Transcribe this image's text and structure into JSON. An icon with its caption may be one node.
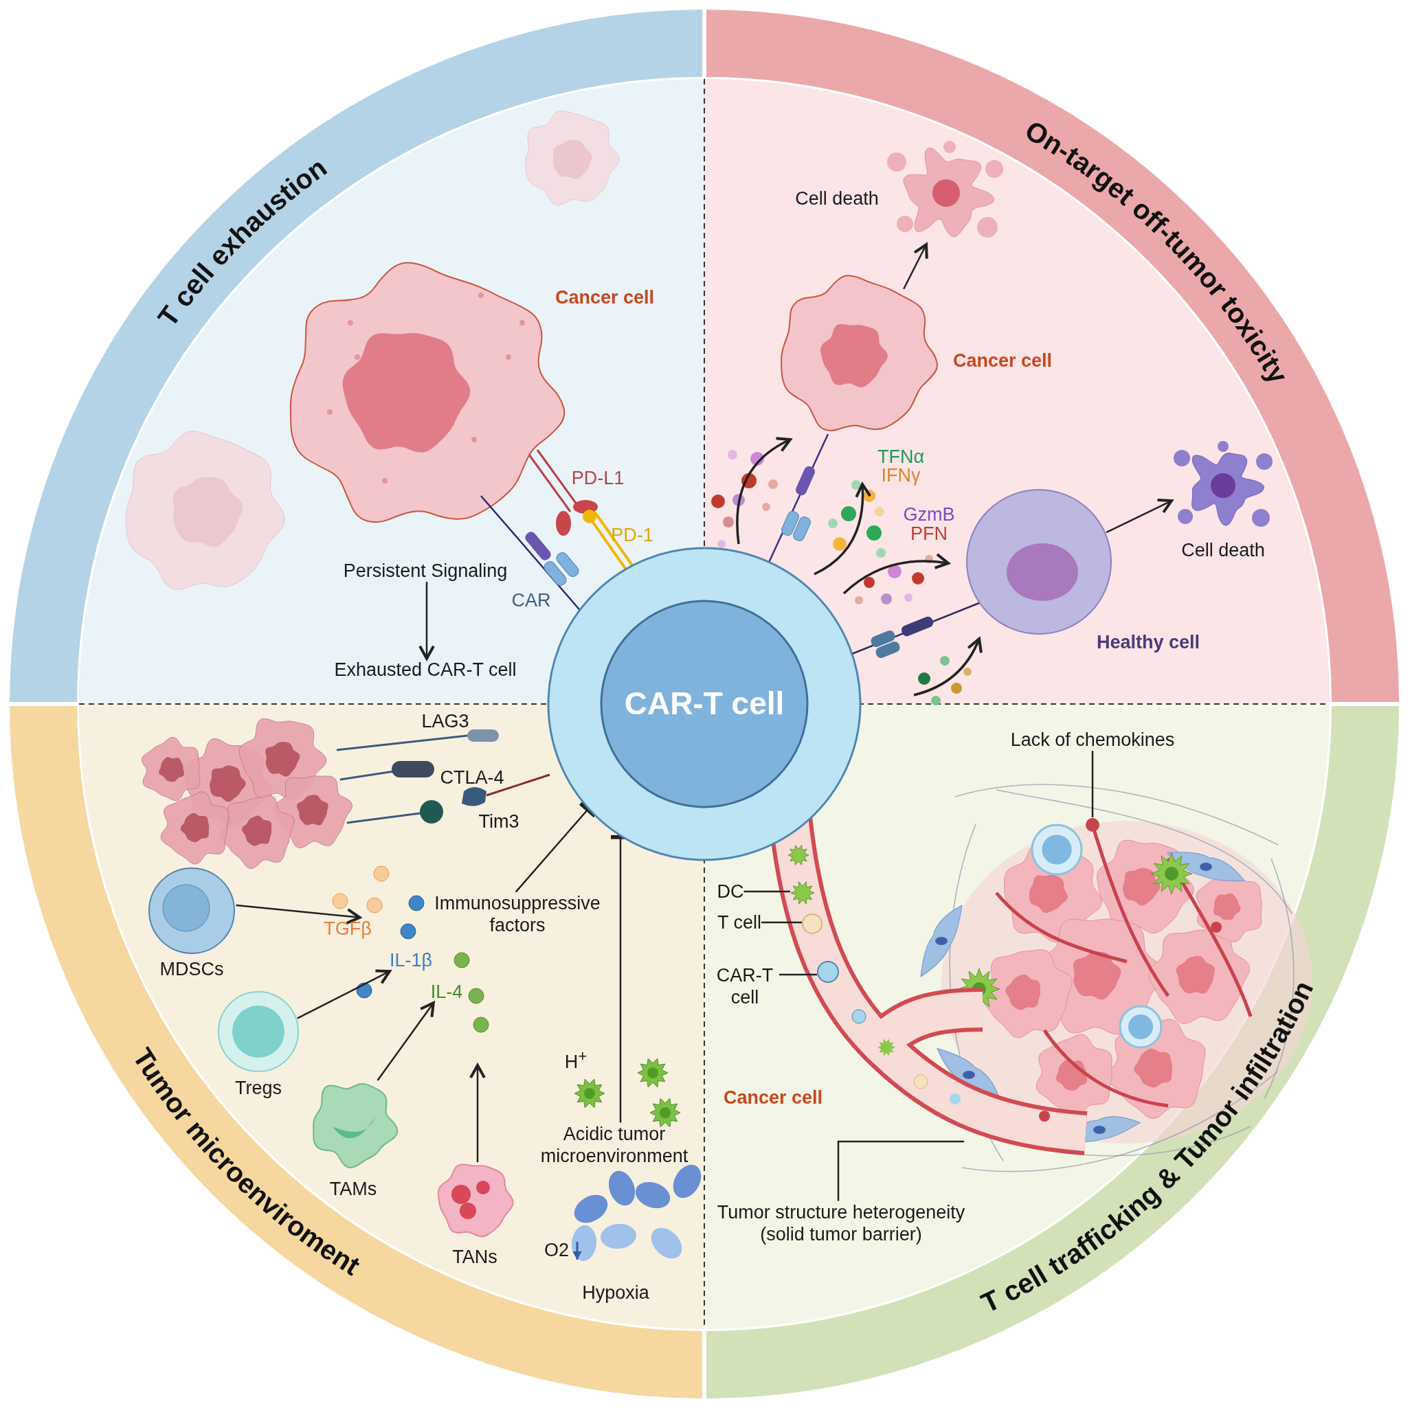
{
  "diagram": {
    "nodes": [
      {
        "text": [
          "CAR-T cell"
        ]
      },
      {
        "text": [
          "Persistent Signaling"
        ]
      },
      {
        "text": [
          "Exhausted CAR-T cell"
        ]
      },
      {
        "text": [],
        "shape": "picture",
        "beside": [
          "Cancer cell"
        ]
      },
      {
        "text": [],
        "shape": "picture",
        "beside": [
          "Cell death"
        ]
      },
      {
        "text": [],
        "shape": "picture",
        "beside": [
          "Healthy cell"
        ]
      },
      {
        "text": [],
        "shape": "picture",
        "beside": [
          "Cell death"
        ]
      },
      {
        "text": [
          "Immunosuppressive factors"
        ]
      },
      {
        "text": [
          "Acidic tumor microenvironment"
        ]
      },
      {
        "text": [],
        "shape": "picture",
        "beside": [
          "MDSCs"
        ]
      },
      {
        "text": [
          "TGFβ"
        ]
      },
      {
        "text": [],
        "shape": "picture",
        "beside": [
          "Tregs"
        ]
      },
      {
        "text": [
          "IL-1β"
        ]
      },
      {
        "text": [],
        "shape": "picture",
        "beside": [
          "TAMs"
        ]
      },
      {
        "text": [
          "IL-4"
        ]
      },
      {
        "text": [],
        "shape": "picture",
        "beside": [
          "TANs"
        ]
      },
      {
        "text": [
          "Lack of chemokines"
        ]
      },
      {
        "text": [
          "DC"
        ]
      },
      {
        "text": [
          "T cell"
        ]
      },
      {
        "text": [
          "CAR-T cell"
        ]
      },
      {
        "text": [
          "Tumor structure heterogeneity (solid tumor barrier)"
        ]
      }
    ],
    "edges": [
      {
        "from": 1,
        "to": 2,
        "arrow": "to"
      },
      {
        "from": 3,
        "to": 4,
        "arrow": "to"
      },
      {
        "from": 5,
        "to": 6,
        "arrow": "to"
      },
      {
        "from": 7,
        "to": 0,
        "arrow": "other"
      },
      {
        "from": 8,
        "to": 0,
        "arrow": "other"
      },
      {
        "from": 9,
        "to": 10,
        "arrow": "to"
      },
      {
        "from": 11,
        "to": 12,
        "arrow": "to"
      },
      {
        "from": 13,
        "to": 14,
        "arrow": "to"
      },
      {
        "from": 15,
        "to": null,
        "arrow": "to"
      },
      {
        "from": 16,
        "to": null,
        "arrow": "none"
      },
      {
        "from": 17,
        "to": null,
        "arrow": "none"
      },
      {
        "from": 18,
        "to": null,
        "arrow": "none"
      },
      {
        "from": 19,
        "to": null,
        "arrow": "none"
      },
      {
        "from": 20,
        "to": null,
        "arrow": "none"
      }
    ],
    "labels": [
      "T cell exhaustion",
      "On-target off-tumor toxicity",
      "Tumor microenviroment",
      "T cell trafficking & Tumor infiltration",
      "Cancer cell",
      "PD-L1",
      "PD-1",
      "CAR",
      "LAG3",
      "CTLA-4",
      "Tim3",
      "TFNα",
      "IFNγ",
      "GzmB",
      "PFN",
      "H$^{+}$",
      "O2",
      "Hypoxia",
      "Cancer cell"
    ]
  }
}
